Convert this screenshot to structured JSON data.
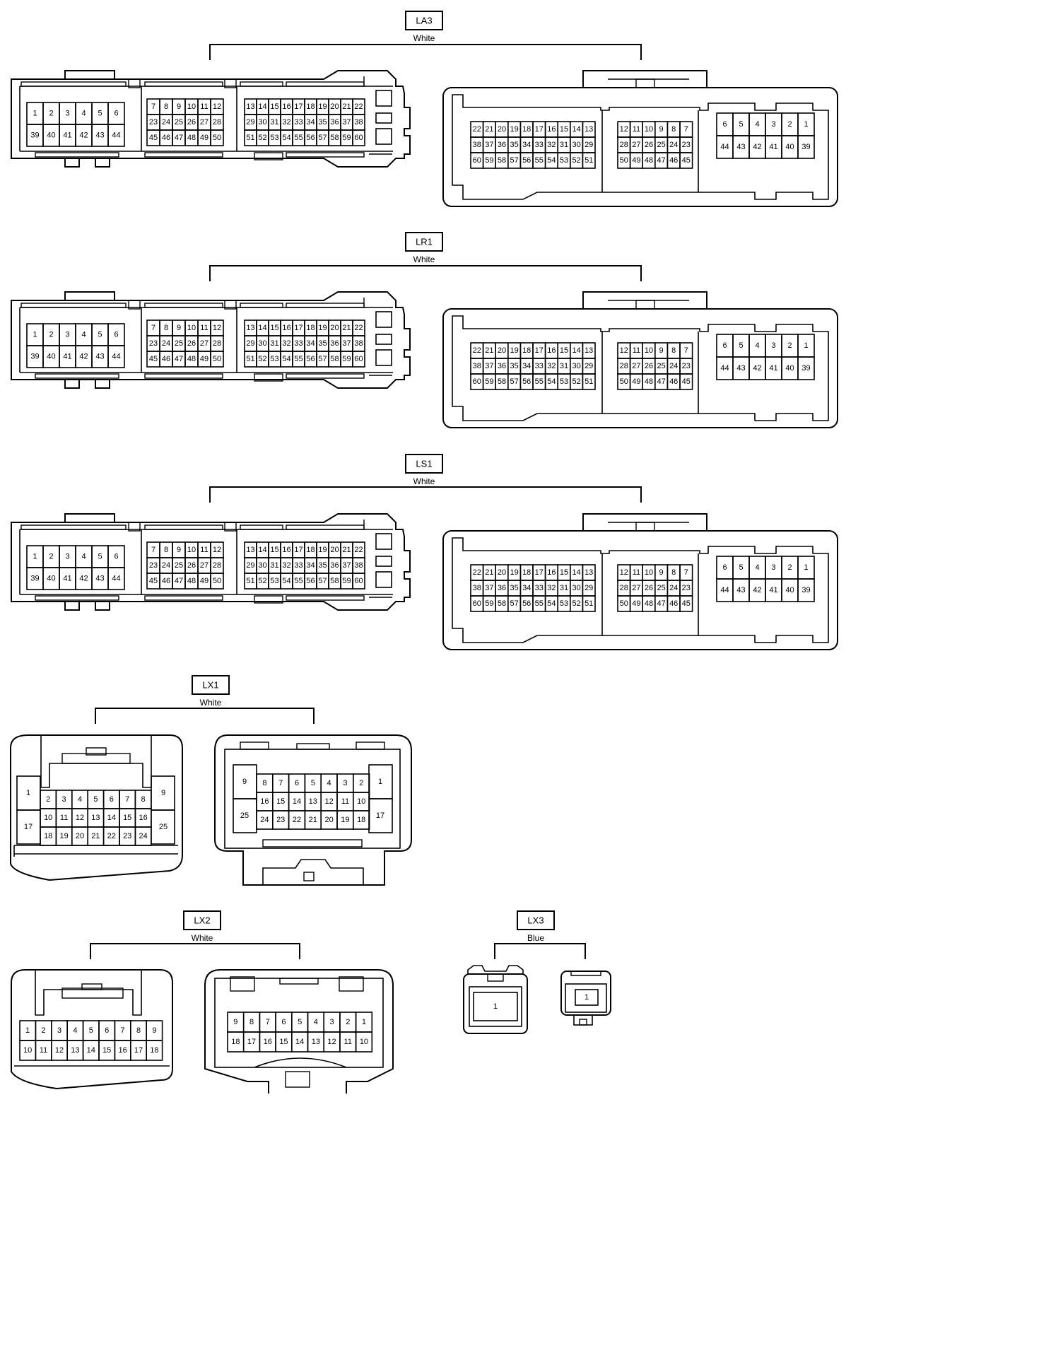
{
  "connectors": [
    {
      "id": "LA3",
      "color": "White",
      "left": {
        "g1": [
          [
            "1",
            "2",
            "3",
            "4",
            "5",
            "6"
          ],
          [
            "39",
            "40",
            "41",
            "42",
            "43",
            "44"
          ]
        ],
        "g2": [
          [
            "7",
            "8",
            "9",
            "10",
            "11",
            "12"
          ],
          [
            "23",
            "24",
            "25",
            "26",
            "27",
            "28"
          ],
          [
            "45",
            "46",
            "47",
            "48",
            "49",
            "50"
          ]
        ],
        "g3": [
          [
            "13",
            "14",
            "15",
            "16",
            "17",
            "18",
            "19",
            "20",
            "21",
            "22"
          ],
          [
            "29",
            "30",
            "31",
            "32",
            "33",
            "34",
            "35",
            "36",
            "37",
            "38"
          ],
          [
            "51",
            "52",
            "53",
            "54",
            "55",
            "56",
            "57",
            "58",
            "59",
            "60"
          ]
        ]
      },
      "right": {
        "g1": [
          [
            "22",
            "21",
            "20",
            "19",
            "18",
            "17",
            "16",
            "15",
            "14",
            "13"
          ],
          [
            "38",
            "37",
            "36",
            "35",
            "34",
            "33",
            "32",
            "31",
            "30",
            "29"
          ],
          [
            "60",
            "59",
            "58",
            "57",
            "56",
            "55",
            "54",
            "53",
            "52",
            "51"
          ]
        ],
        "g2": [
          [
            "12",
            "11",
            "10",
            "9",
            "8",
            "7"
          ],
          [
            "28",
            "27",
            "26",
            "25",
            "24",
            "23"
          ],
          [
            "50",
            "49",
            "48",
            "47",
            "46",
            "45"
          ]
        ],
        "g3": [
          [
            "6",
            "5",
            "4",
            "3",
            "2",
            "1"
          ],
          [
            "44",
            "43",
            "42",
            "41",
            "40",
            "39"
          ]
        ]
      }
    },
    {
      "id": "LR1",
      "color": "White",
      "left": {
        "g1": [
          [
            "1",
            "2",
            "3",
            "4",
            "5",
            "6"
          ],
          [
            "39",
            "40",
            "41",
            "42",
            "43",
            "44"
          ]
        ],
        "g2": [
          [
            "7",
            "8",
            "9",
            "10",
            "11",
            "12"
          ],
          [
            "23",
            "24",
            "25",
            "26",
            "27",
            "28"
          ],
          [
            "45",
            "46",
            "47",
            "48",
            "49",
            "50"
          ]
        ],
        "g3": [
          [
            "13",
            "14",
            "15",
            "16",
            "17",
            "18",
            "19",
            "20",
            "21",
            "22"
          ],
          [
            "29",
            "30",
            "31",
            "32",
            "33",
            "34",
            "35",
            "36",
            "37",
            "38"
          ],
          [
            "51",
            "52",
            "53",
            "54",
            "55",
            "56",
            "57",
            "58",
            "59",
            "60"
          ]
        ]
      },
      "right": {
        "g1": [
          [
            "22",
            "21",
            "20",
            "19",
            "18",
            "17",
            "16",
            "15",
            "14",
            "13"
          ],
          [
            "38",
            "37",
            "36",
            "35",
            "34",
            "33",
            "32",
            "31",
            "30",
            "29"
          ],
          [
            "60",
            "59",
            "58",
            "57",
            "56",
            "55",
            "54",
            "53",
            "52",
            "51"
          ]
        ],
        "g2": [
          [
            "12",
            "11",
            "10",
            "9",
            "8",
            "7"
          ],
          [
            "28",
            "27",
            "26",
            "25",
            "24",
            "23"
          ],
          [
            "50",
            "49",
            "48",
            "47",
            "46",
            "45"
          ]
        ],
        "g3": [
          [
            "6",
            "5",
            "4",
            "3",
            "2",
            "1"
          ],
          [
            "44",
            "43",
            "42",
            "41",
            "40",
            "39"
          ]
        ]
      }
    },
    {
      "id": "LS1",
      "color": "White",
      "left": {
        "g1": [
          [
            "1",
            "2",
            "3",
            "4",
            "5",
            "6"
          ],
          [
            "39",
            "40",
            "41",
            "42",
            "43",
            "44"
          ]
        ],
        "g2": [
          [
            "7",
            "8",
            "9",
            "10",
            "11",
            "12"
          ],
          [
            "23",
            "24",
            "25",
            "26",
            "27",
            "28"
          ],
          [
            "45",
            "46",
            "47",
            "48",
            "49",
            "50"
          ]
        ],
        "g3": [
          [
            "13",
            "14",
            "15",
            "16",
            "17",
            "18",
            "19",
            "20",
            "21",
            "22"
          ],
          [
            "29",
            "30",
            "31",
            "32",
            "33",
            "34",
            "35",
            "36",
            "37",
            "38"
          ],
          [
            "51",
            "52",
            "53",
            "54",
            "55",
            "56",
            "57",
            "58",
            "59",
            "60"
          ]
        ]
      },
      "right": {
        "g1": [
          [
            "22",
            "21",
            "20",
            "19",
            "18",
            "17",
            "16",
            "15",
            "14",
            "13"
          ],
          [
            "38",
            "37",
            "36",
            "35",
            "34",
            "33",
            "32",
            "31",
            "30",
            "29"
          ],
          [
            "60",
            "59",
            "58",
            "57",
            "56",
            "55",
            "54",
            "53",
            "52",
            "51"
          ]
        ],
        "g2": [
          [
            "12",
            "11",
            "10",
            "9",
            "8",
            "7"
          ],
          [
            "28",
            "27",
            "26",
            "25",
            "24",
            "23"
          ],
          [
            "50",
            "49",
            "48",
            "47",
            "46",
            "45"
          ]
        ],
        "g3": [
          [
            "6",
            "5",
            "4",
            "3",
            "2",
            "1"
          ],
          [
            "44",
            "43",
            "42",
            "41",
            "40",
            "39"
          ]
        ]
      }
    },
    {
      "id": "LX1",
      "color": "White",
      "left": {
        "grid": [
          [
            "2",
            "3",
            "4",
            "5",
            "6",
            "7",
            "8"
          ],
          [
            "10",
            "11",
            "12",
            "13",
            "14",
            "15",
            "16"
          ],
          [
            "18",
            "19",
            "20",
            "21",
            "22",
            "23",
            "24"
          ]
        ],
        "side_left": [
          "1",
          "17"
        ],
        "side_right": [
          "9",
          "25"
        ]
      },
      "right": {
        "grid": [
          [
            "8",
            "7",
            "6",
            "5",
            "4",
            "3",
            "2"
          ],
          [
            "16",
            "15",
            "14",
            "13",
            "12",
            "11",
            "10"
          ],
          [
            "24",
            "23",
            "22",
            "21",
            "20",
            "19",
            "18"
          ]
        ],
        "side_left": [
          "9",
          "25"
        ],
        "side_right": [
          "1",
          "17"
        ]
      }
    },
    {
      "id": "LX2",
      "color": "White",
      "left": {
        "grid": [
          [
            "1",
            "2",
            "3",
            "4",
            "5",
            "6",
            "7",
            "8",
            "9"
          ],
          [
            "10",
            "11",
            "12",
            "13",
            "14",
            "15",
            "16",
            "17",
            "18"
          ]
        ]
      },
      "right": {
        "grid": [
          [
            "9",
            "8",
            "7",
            "6",
            "5",
            "4",
            "3",
            "2",
            "1"
          ],
          [
            "18",
            "17",
            "16",
            "15",
            "14",
            "13",
            "12",
            "11",
            "10"
          ]
        ]
      }
    },
    {
      "id": "LX3",
      "color": "Blue",
      "left": {
        "pin": "1"
      },
      "right": {
        "pin": "1"
      }
    }
  ]
}
